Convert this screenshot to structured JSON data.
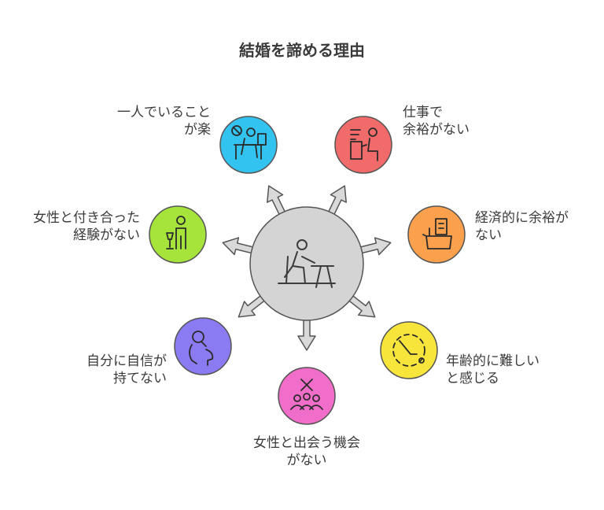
{
  "title": "結婚を諦める理由",
  "center_icon": "person-at-desk-icon",
  "reasons": [
    {
      "id": "alone",
      "lines": [
        "一人でいること",
        "が楽"
      ],
      "color": "#33c3f0",
      "icon": "person-at-desk-icon"
    },
    {
      "id": "work",
      "lines": [
        "仕事で",
        "余裕がない"
      ],
      "color": "#f26b6b",
      "icon": "person-at-computer-icon"
    },
    {
      "id": "economy",
      "lines": [
        "経済的に余裕が",
        "ない"
      ],
      "color": "#fba14d",
      "icon": "cash-register-icon"
    },
    {
      "id": "age",
      "lines": [
        "年齢的に難しい",
        "と感じる"
      ],
      "color": "#f7e53c",
      "icon": "clock-icon"
    },
    {
      "id": "meet",
      "lines": [
        "女性と出会う機会",
        "がない"
      ],
      "color": "#f06ec9",
      "icon": "group-no-icon"
    },
    {
      "id": "confidence",
      "lines": [
        "自分に自信が",
        "持てない"
      ],
      "color": "#8b7bf2",
      "icon": "head-thought-icon"
    },
    {
      "id": "experience",
      "lines": [
        "女性と付き合った",
        "経験がない"
      ],
      "color": "#a6e43c",
      "icon": "person-wine-icon"
    }
  ]
}
